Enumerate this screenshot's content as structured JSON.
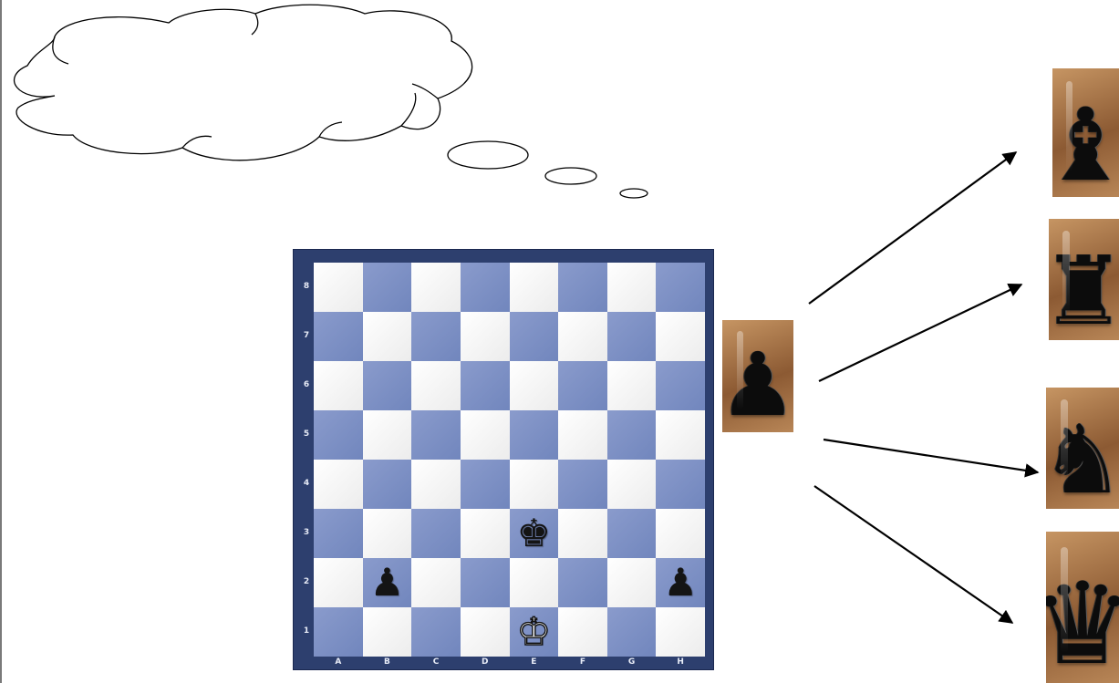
{
  "board": {
    "ranks": [
      "8",
      "7",
      "6",
      "5",
      "4",
      "3",
      "2",
      "1"
    ],
    "files": [
      "A",
      "B",
      "C",
      "D",
      "E",
      "F",
      "G",
      "H"
    ],
    "pieces": [
      {
        "square": "E3",
        "piece": "black-king",
        "glyph": "♚",
        "color": "black"
      },
      {
        "square": "B2",
        "piece": "black-pawn",
        "glyph": "♟",
        "color": "black"
      },
      {
        "square": "H2",
        "piece": "black-pawn",
        "glyph": "♟",
        "color": "black"
      },
      {
        "square": "E1",
        "piece": "white-king",
        "glyph": "♔",
        "color": "white"
      }
    ],
    "colors": {
      "light": "#ffffff",
      "dark": "#7f92c5",
      "frame": "#2d3f6e"
    }
  },
  "promotion": {
    "from": {
      "piece": "pawn",
      "glyph": "♟",
      "icon": "black-pawn-photo-icon"
    },
    "options": [
      {
        "piece": "bishop",
        "glyph": "♝",
        "icon": "black-bishop-photo-icon"
      },
      {
        "piece": "rook",
        "glyph": "♜",
        "icon": "black-rook-photo-icon"
      },
      {
        "piece": "knight",
        "glyph": "♞",
        "icon": "black-knight-photo-icon"
      },
      {
        "piece": "queen",
        "glyph": "♛",
        "icon": "black-queen-photo-icon"
      }
    ]
  },
  "thought_bubble": {
    "text": ""
  }
}
